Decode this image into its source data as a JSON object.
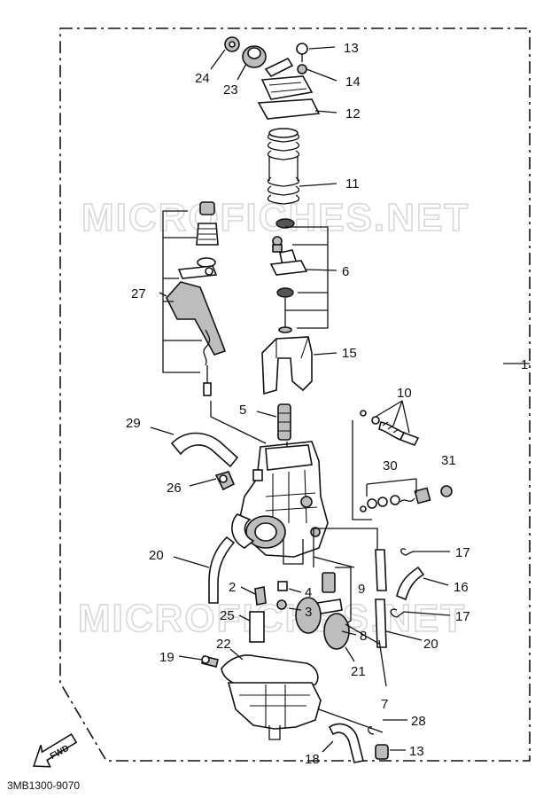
{
  "watermark": "MICROFICHES.NET",
  "drawing_code": "3MB1300-9070",
  "fwd_label": "FWD",
  "callouts": [
    {
      "id": "c13a",
      "label": "13"
    },
    {
      "id": "c14",
      "label": "14"
    },
    {
      "id": "c12",
      "label": "12"
    },
    {
      "id": "c24",
      "label": "24"
    },
    {
      "id": "c23",
      "label": "23"
    },
    {
      "id": "c11",
      "label": "11"
    },
    {
      "id": "c6",
      "label": "6"
    },
    {
      "id": "c27",
      "label": "27"
    },
    {
      "id": "c15",
      "label": "15"
    },
    {
      "id": "c1",
      "label": "1"
    },
    {
      "id": "c10",
      "label": "10"
    },
    {
      "id": "c5",
      "label": "5"
    },
    {
      "id": "c29",
      "label": "29"
    },
    {
      "id": "c30",
      "label": "30"
    },
    {
      "id": "c31",
      "label": "31"
    },
    {
      "id": "c26",
      "label": "26"
    },
    {
      "id": "c20a",
      "label": "20"
    },
    {
      "id": "c17a",
      "label": "17"
    },
    {
      "id": "c16",
      "label": "16"
    },
    {
      "id": "c2",
      "label": "2"
    },
    {
      "id": "c4",
      "label": "4"
    },
    {
      "id": "c9",
      "label": "9"
    },
    {
      "id": "c3",
      "label": "3"
    },
    {
      "id": "c25",
      "label": "25"
    },
    {
      "id": "c17b",
      "label": "17"
    },
    {
      "id": "c8",
      "label": "8"
    },
    {
      "id": "c20b",
      "label": "20"
    },
    {
      "id": "c22",
      "label": "22"
    },
    {
      "id": "c19",
      "label": "19"
    },
    {
      "id": "c21",
      "label": "21"
    },
    {
      "id": "c7",
      "label": "7"
    },
    {
      "id": "c28",
      "label": "28"
    },
    {
      "id": "c18",
      "label": "18"
    },
    {
      "id": "c13b",
      "label": "13"
    }
  ]
}
